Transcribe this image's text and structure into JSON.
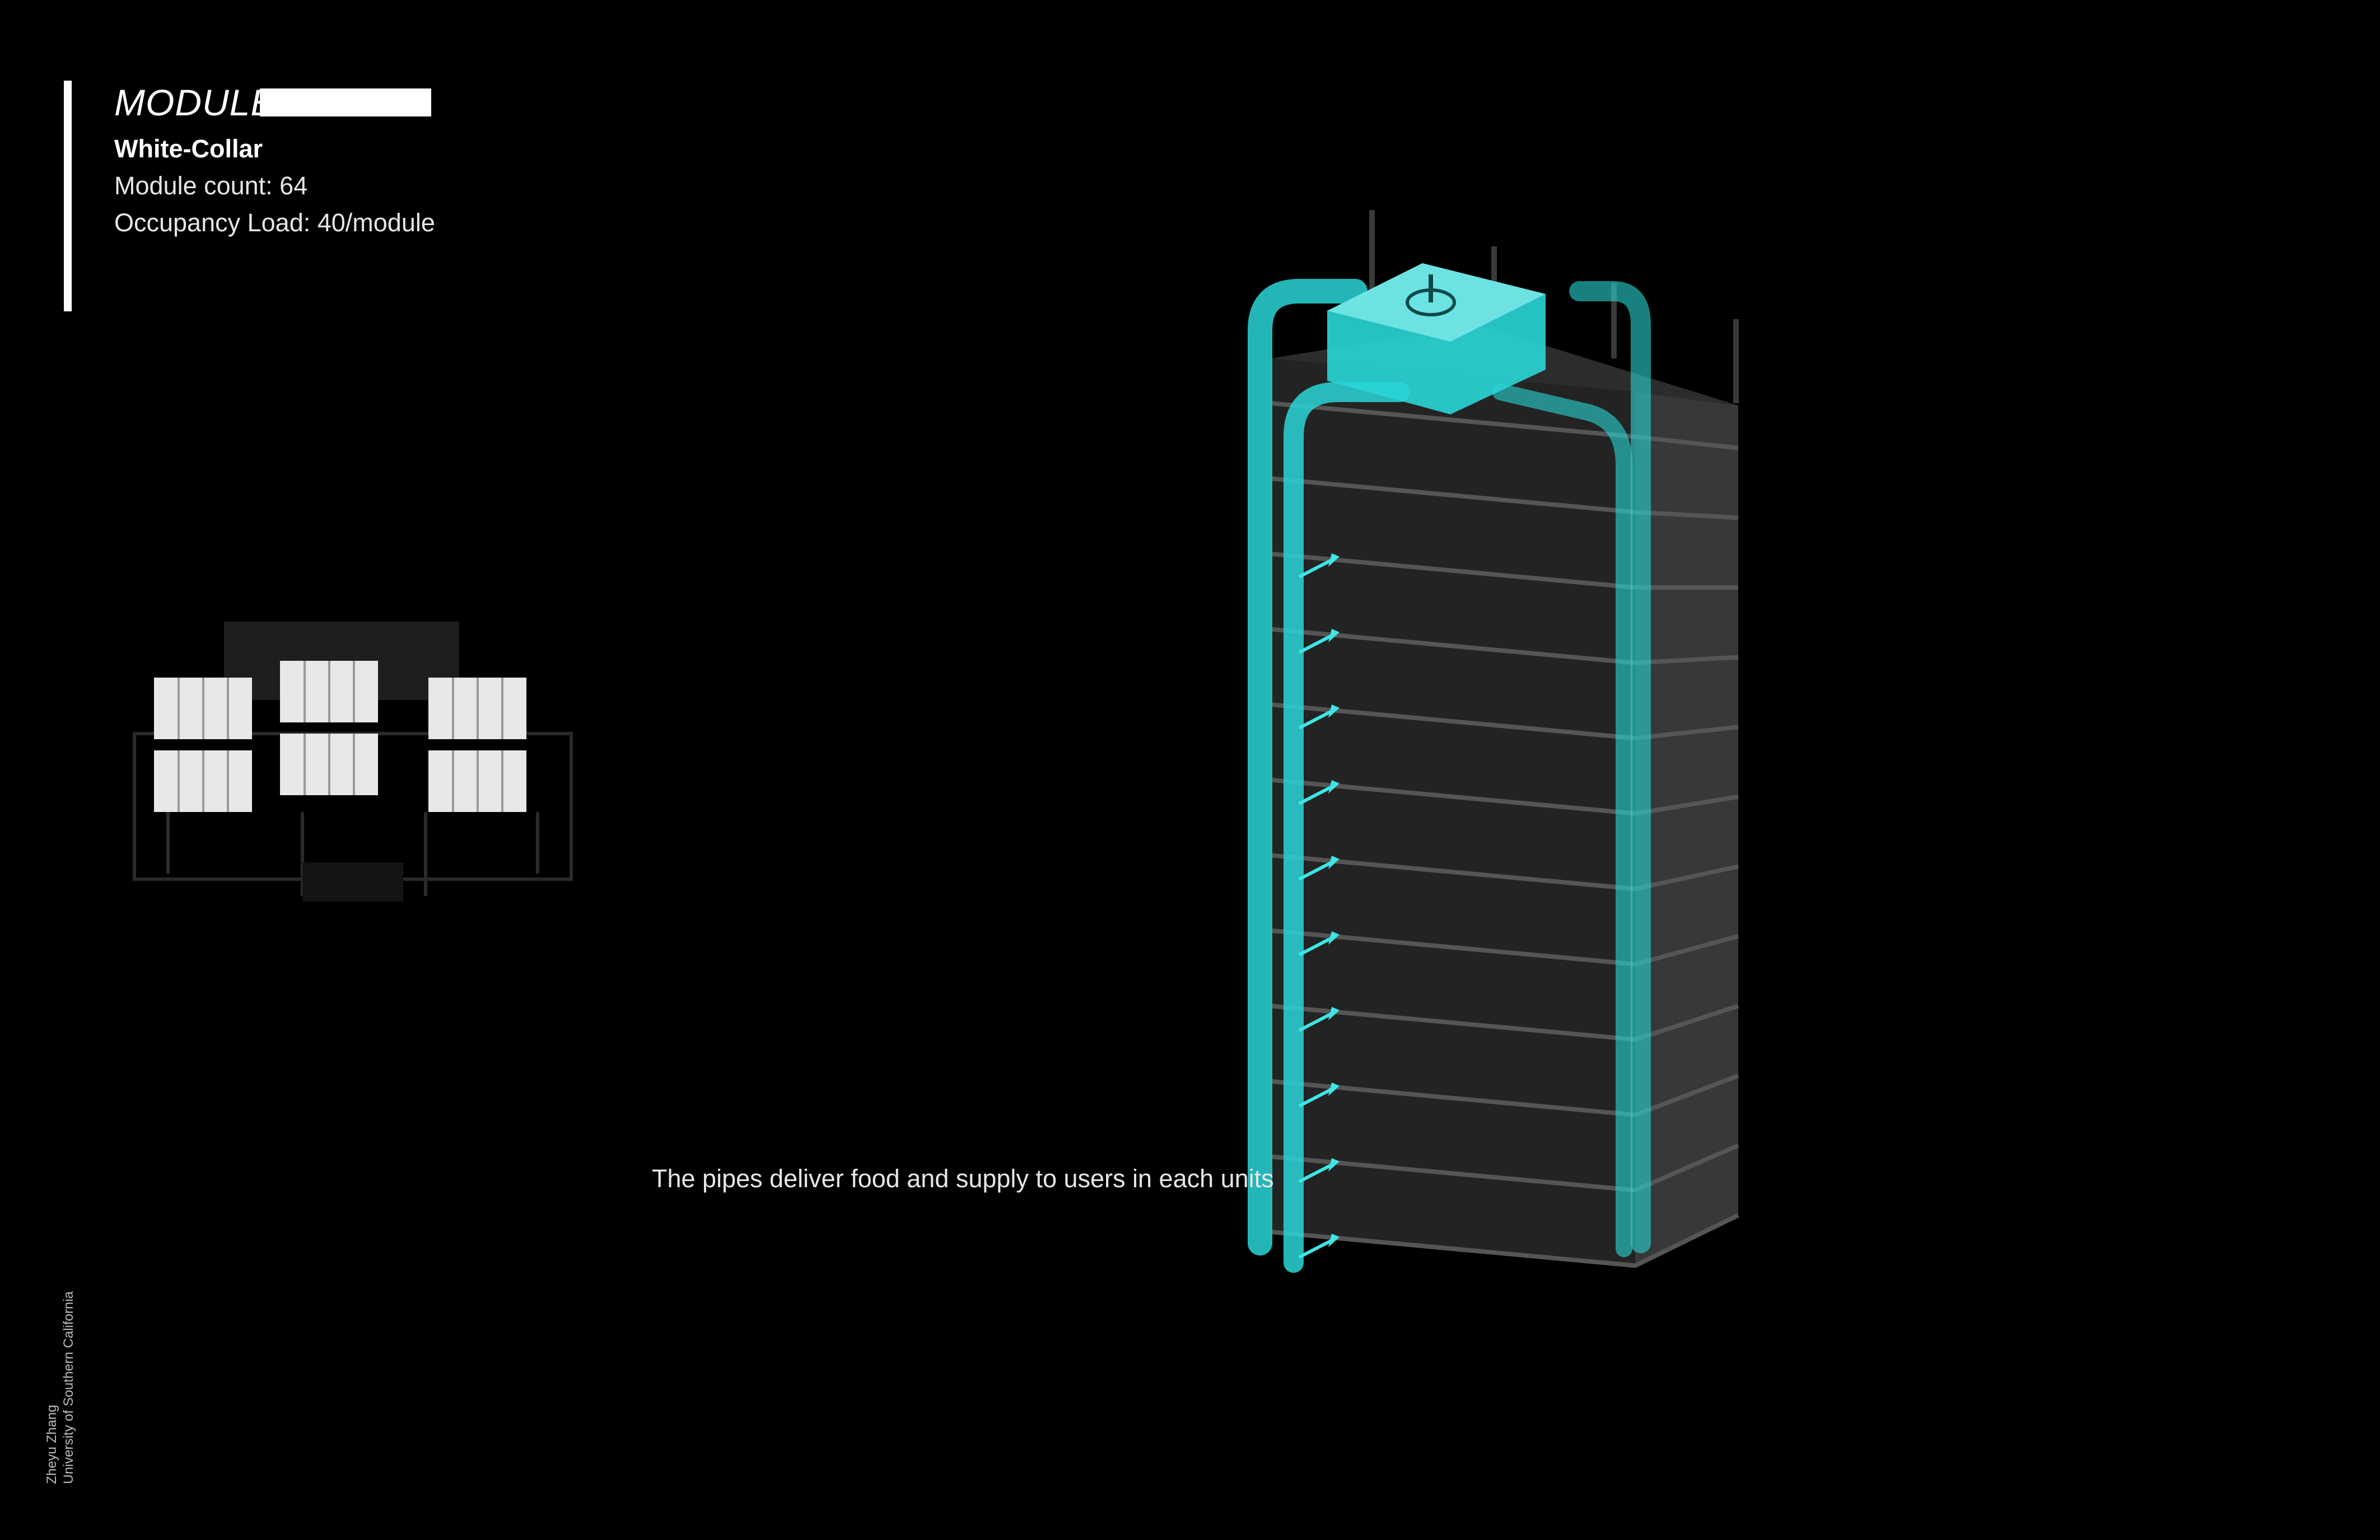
{
  "header": {
    "title": "MODULE",
    "subtitle": "White-Collar",
    "module_count": "Module count: 64",
    "occupancy": "Occupancy Load: 40/module"
  },
  "caption": "The pipes deliver food and supply to users in each units",
  "credit": {
    "name": "Zheyu Zhang",
    "school": "University of Southern California"
  },
  "colors": {
    "background": "#000000",
    "pipe": "#2ad6d6",
    "tower": "#2f2f2f",
    "module_light": "#e8e8e8"
  },
  "tower": {
    "floors": 11
  }
}
